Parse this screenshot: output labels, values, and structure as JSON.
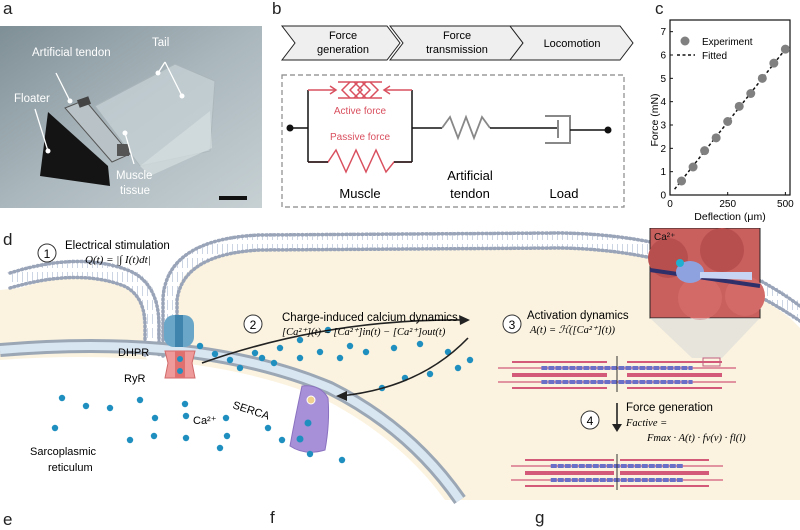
{
  "panels": {
    "a": {
      "letter": "a",
      "labels": {
        "artificial_tendon": "Artificial tendon",
        "tail": "Tail",
        "floater": "Floater",
        "muscle_tissue_line1": "Muscle",
        "muscle_tissue_line2": "tissue"
      }
    },
    "b": {
      "letter": "b",
      "steps": [
        "Force generation",
        "Force transmission",
        "Locomotion"
      ],
      "step_lines": [
        [
          "Force",
          "generation"
        ],
        [
          "Force",
          "transmission"
        ],
        [
          "Locomotion"
        ]
      ],
      "active_force": "Active force",
      "passive_force": "Passive force",
      "muscle": "Muscle",
      "tendon_line1": "Artificial",
      "tendon_line2": "tendon",
      "load": "Load",
      "colors": {
        "muscle": "#d9505f",
        "spring": "#888888",
        "wire": "#111111"
      }
    },
    "c": {
      "letter": "c"
    },
    "d": {
      "letter": "d",
      "step1_num": "1",
      "step1_title": "Electrical stimulation",
      "step1_eq": "Q(t) = |∫ I(t)dt|",
      "step2_num": "2",
      "step2_title": "Charge-induced calcium dynamics",
      "step2_eq": "[Ca²⁺](t) = [Ca²⁺]in(t) − [Ca²⁺]out(t)",
      "step3_num": "3",
      "step3_title": "Activation dynamics",
      "step3_eq": "A(t) = ℋ([Ca²⁺](t))",
      "step4_num": "4",
      "step4_title": "Force generation",
      "step4_eq1": "Factive =",
      "step4_eq2": "Fmax · A(t) · fv(v) · fl(l)",
      "dhpr": "DHPR",
      "ryr": "RyR",
      "serca": "SERCA",
      "ca": "Ca²⁺",
      "inset_ca": "Ca²⁺",
      "sr_line1": "Sarcoplasmic",
      "sr_line2": "reticulum",
      "colors": {
        "cytoplasm": "#fbf3df",
        "membrane": "#9aa4b8",
        "calcium": "#1f8fc0",
        "actin": "#d45a7a",
        "myosin": "#6a6fc8"
      }
    },
    "e": {
      "letter": "e"
    },
    "f": {
      "letter": "f"
    },
    "g": {
      "letter": "g"
    }
  },
  "chart_data": {
    "type": "scatter",
    "title": "",
    "xlabel": "Deflection (μm)",
    "ylabel": "Force (mN)",
    "xlim": [
      0,
      520
    ],
    "ylim": [
      0,
      7.5
    ],
    "xticks": [
      0,
      250,
      500
    ],
    "yticks": [
      0,
      1,
      2,
      3,
      4,
      5,
      6,
      7
    ],
    "grid": false,
    "legend_position": "top-left",
    "series": [
      {
        "name": "Experiment",
        "style": "markers",
        "color": "#808080",
        "x": [
          50,
          100,
          150,
          200,
          250,
          300,
          350,
          400,
          450,
          500
        ],
        "y": [
          0.6,
          1.2,
          1.9,
          2.45,
          3.15,
          3.8,
          4.35,
          5.0,
          5.65,
          6.25
        ]
      },
      {
        "name": "Fitted",
        "style": "dashed-line",
        "color": "#111111",
        "x": [
          20,
          500
        ],
        "y": [
          0.25,
          6.25
        ]
      }
    ]
  }
}
